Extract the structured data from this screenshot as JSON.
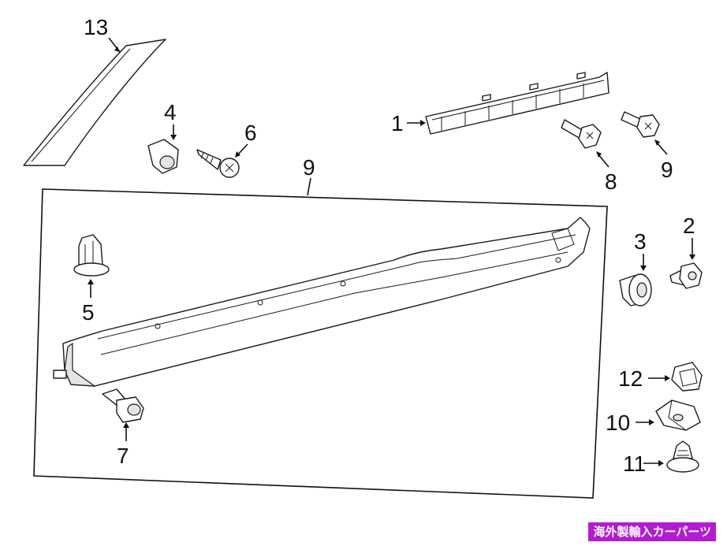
{
  "callouts": [
    {
      "id": "13",
      "text": "13"
    },
    {
      "id": "4",
      "text": "4"
    },
    {
      "id": "6",
      "text": "6"
    },
    {
      "id": "1",
      "text": "1"
    },
    {
      "id": "8",
      "text": "8"
    },
    {
      "id": "9a",
      "text": "9"
    },
    {
      "id": "9b",
      "text": "9"
    },
    {
      "id": "5",
      "text": "5"
    },
    {
      "id": "7",
      "text": "7"
    },
    {
      "id": "3",
      "text": "3"
    },
    {
      "id": "2",
      "text": "2"
    },
    {
      "id": "12",
      "text": "12"
    },
    {
      "id": "10",
      "text": "10"
    },
    {
      "id": "11",
      "text": "11"
    }
  ],
  "watermark": {
    "text": "海外製輸入カーパーツ",
    "color": "#b21cd1"
  }
}
